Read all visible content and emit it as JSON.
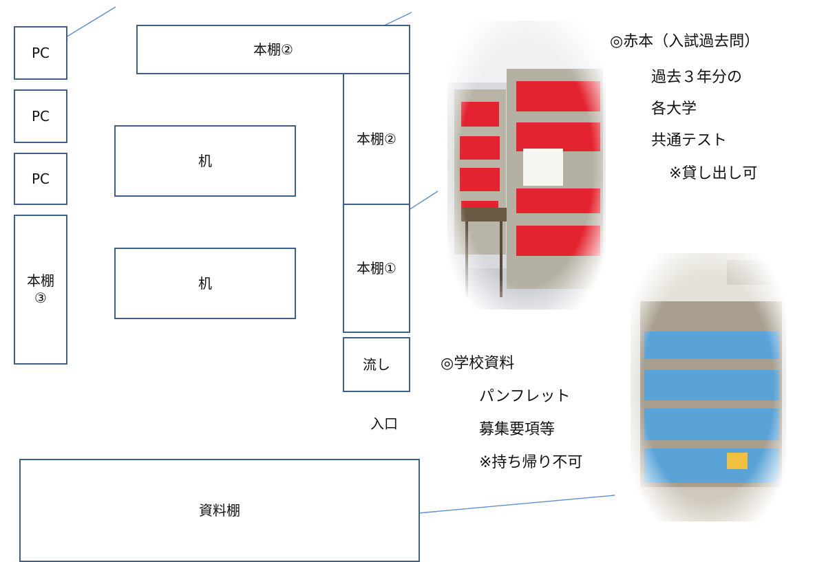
{
  "rooms": {
    "pc1": "PC",
    "pc2": "PC",
    "pc3": "PC",
    "bookshelf3": "本棚\n③",
    "shelf2_top": "本棚②",
    "shelf2_side": "本棚②",
    "shelf1": "本棚①",
    "desk1": "机",
    "desk2": "机",
    "sink": "流し",
    "entrance": "入口",
    "material_shelf": "資料棚"
  },
  "notes": {
    "akahon": {
      "title": "◎赤本（入試過去問）",
      "lines": [
        "過去３年分の",
        "各大学",
        "共通テスト",
        "※貸し出し可"
      ]
    },
    "school_materials": {
      "title": "◎学校資料",
      "lines": [
        "パンフレット",
        "募集要項等",
        "※持ち帰り不可"
      ]
    }
  },
  "colors": {
    "box_border": "#3f5f86",
    "arrow": "#5b8fd0",
    "red_books": "#e3232f",
    "blue_boxes": "#5aa3d7"
  }
}
